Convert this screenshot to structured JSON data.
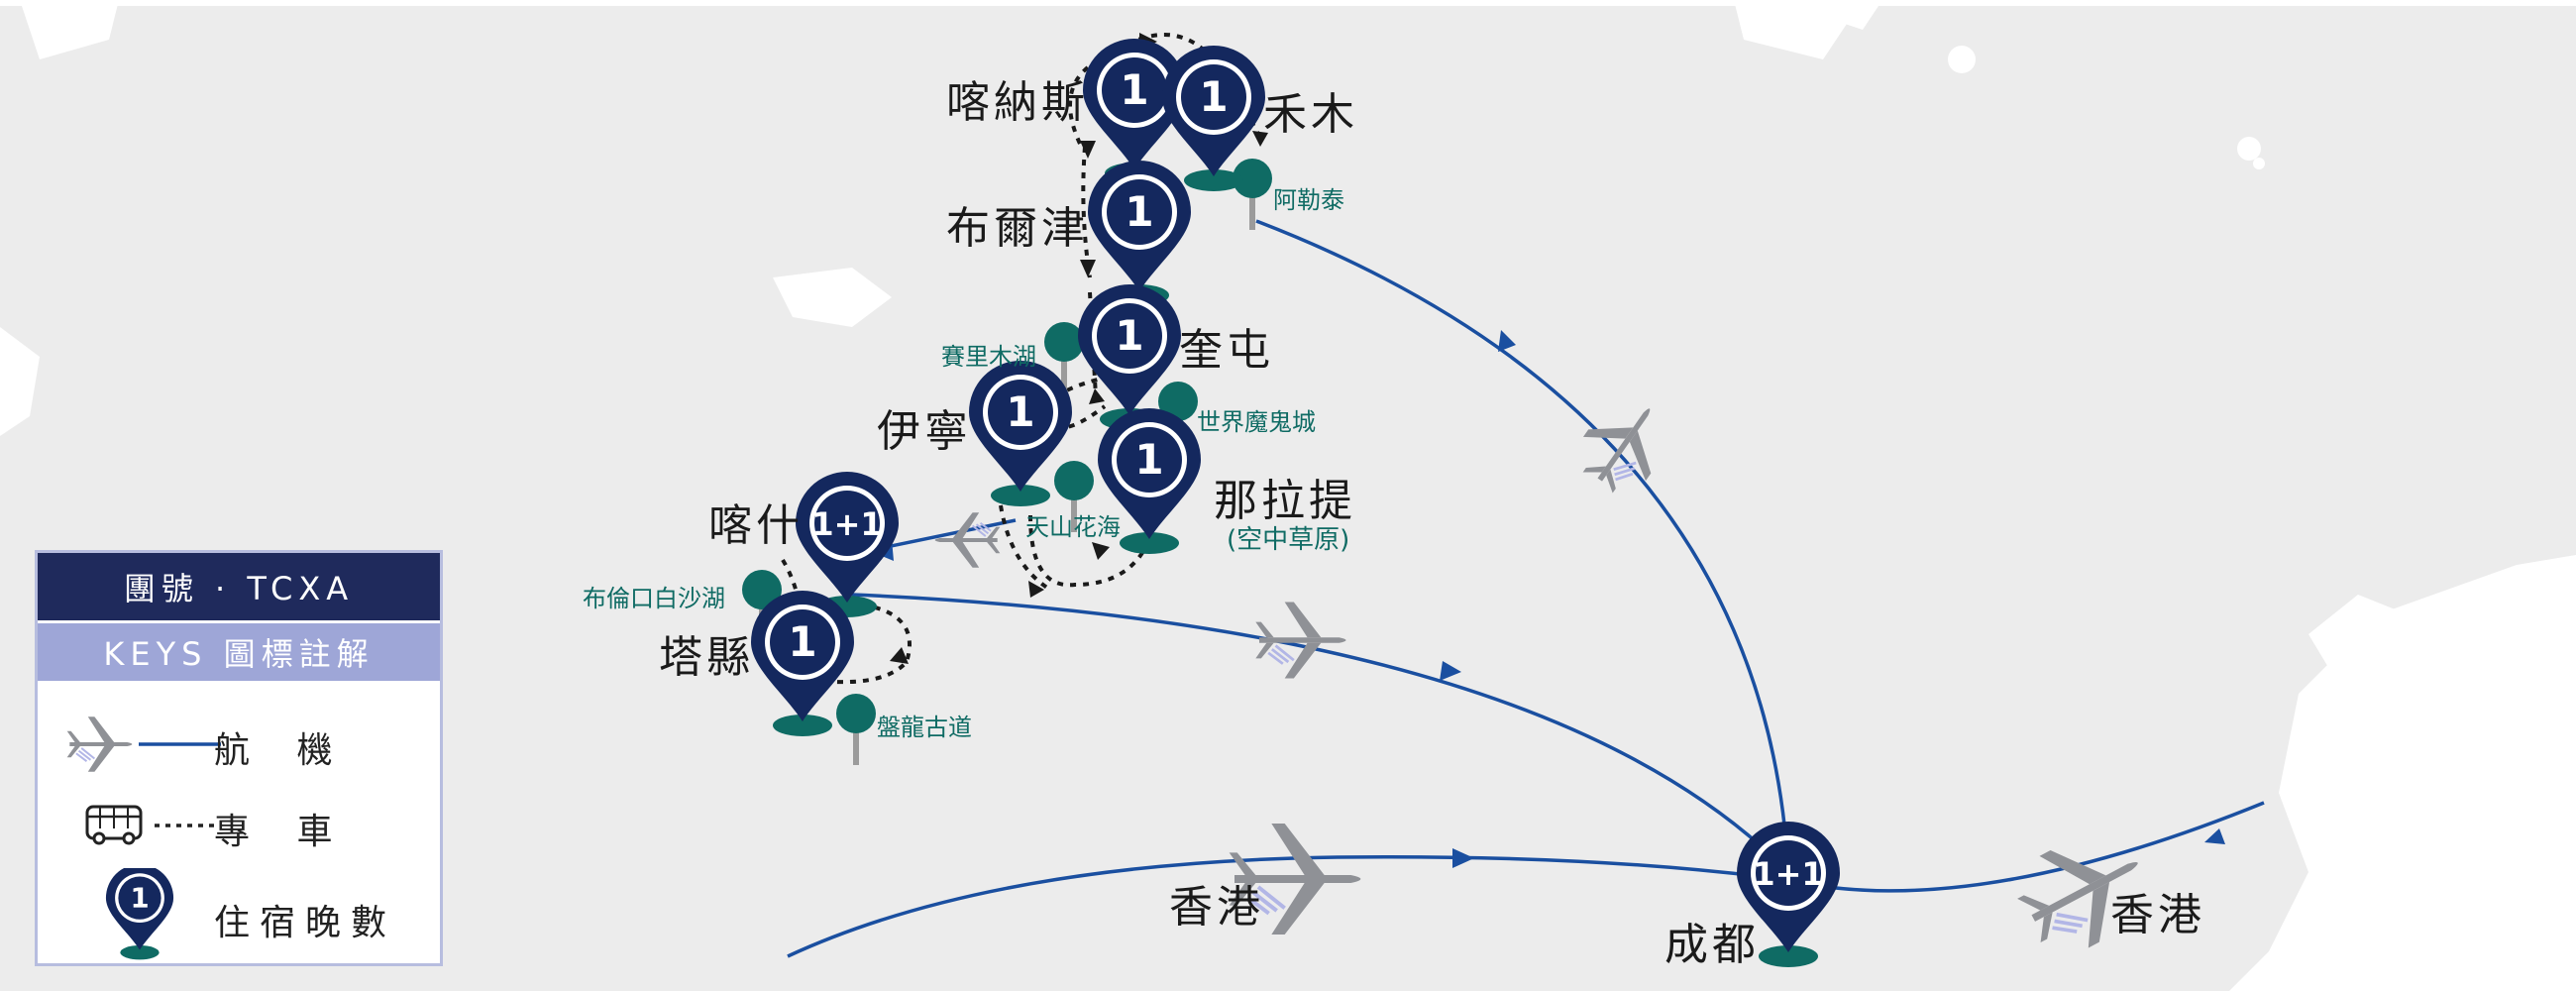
{
  "legend": {
    "group": "團號 · TCXA",
    "keys": "KEYS 圖標註解",
    "items": [
      {
        "icon": "plane-icon",
        "label": "航 機"
      },
      {
        "icon": "bus-icon",
        "label": "專 車"
      },
      {
        "icon": "pin-icon",
        "pin_value": "1",
        "label": "住宿晚數"
      }
    ]
  },
  "cities": {
    "kanas": "喀納斯",
    "hemu": "禾木",
    "burqin": "布爾津",
    "kuitun": "奎屯",
    "yining": "伊寧",
    "nalati": "那拉提",
    "nalati_sub": "(空中草原)",
    "kashgar": "喀什",
    "taxian": "塔縣",
    "hongkong_1": "香港",
    "chengdu": "成都",
    "hongkong_2": "香港"
  },
  "pois": {
    "altay": "阿勒泰",
    "sayram": "賽里木湖",
    "ghost_city": "世界魔鬼城",
    "tianshan": "天山花海",
    "bulunkou": "布倫口白沙湖",
    "panlong": "盤龍古道"
  },
  "pins": {
    "kanas": "1",
    "hemu": "1",
    "burqin": "1",
    "kuitun": "1",
    "yining": "1",
    "nalati": "1",
    "kashgar": "1+1",
    "taxian": "1",
    "chengdu": "1+1"
  },
  "colors": {
    "navy": "#14285e",
    "teal": "#0f6b64",
    "route_blue": "#1a4fa0",
    "plane_gray": "#8f9196",
    "land": "#ececec",
    "water": "#ffffff"
  }
}
